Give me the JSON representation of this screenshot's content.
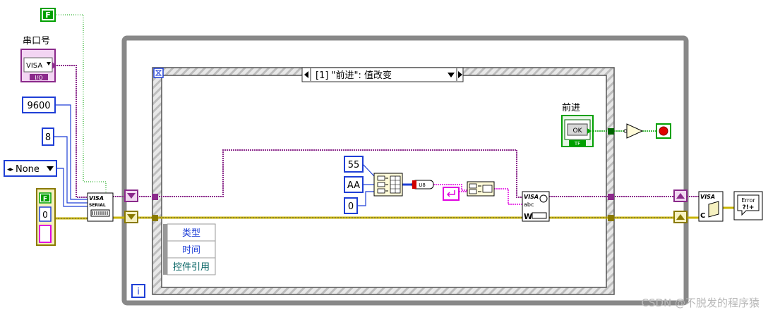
{
  "constants": {
    "false_const": "F",
    "baud": "9600",
    "data_bits": "8",
    "parity": "None",
    "hex_55": "55",
    "hex_AA": "AA",
    "hex_0": "0"
  },
  "controls": {
    "serial_port_label": "串口号",
    "visa_resource": "VISA",
    "visa_io_badge": "I/O",
    "forward_label": "前进",
    "forward_button_text": "OK",
    "forward_tf_badge": "TF"
  },
  "error_cluster": {
    "status": "F",
    "code": "0"
  },
  "event_structure": {
    "case_selector": "[1] \"前进\": 值改变",
    "event_data_nodes": [
      "类型",
      "时间",
      "控件引用"
    ]
  },
  "loop": {
    "iteration_terminal": "i"
  },
  "vis": {
    "visa_serial_top": "VISA",
    "visa_serial_bottom": "SERIAL",
    "visa_write_top": "VISA",
    "visa_write_mid": "abc",
    "visa_write_bottom": "W",
    "visa_close_top": "VISA",
    "visa_close_bottom": "C",
    "u8_badge": "U8",
    "error_top": "Error",
    "error_bottom": "?!+"
  },
  "watermark": "CSDN @不脱发的程序猿",
  "colors": {
    "visa_wire": "#8b2a8b",
    "error_wire": "#c8b400",
    "int_wire": "#1f3fd6",
    "bool_wire": "#00a000",
    "pink_wire": "#e000e0",
    "loop_frame": "#808080",
    "event_frame": "#333333"
  }
}
